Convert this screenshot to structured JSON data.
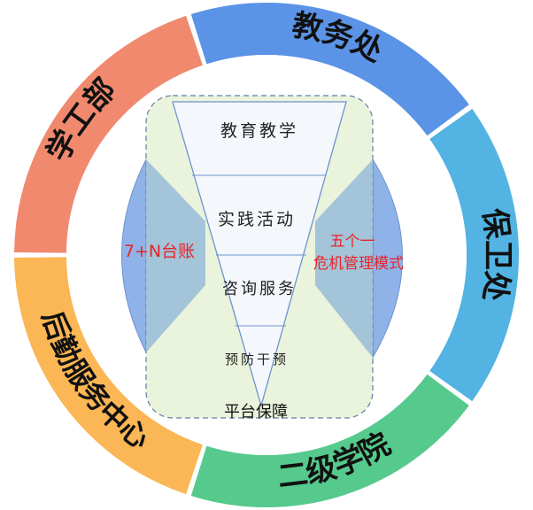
{
  "ring": {
    "segments": [
      {
        "id": "xgb",
        "label": "学工部",
        "color": "#F0896E",
        "start": 270,
        "end": 342
      },
      {
        "id": "jwc",
        "label": "教务处",
        "color": "#5B93E6",
        "start": 342,
        "end": 54
      },
      {
        "id": "bwc",
        "label": "保卫处",
        "color": "#53B3E3",
        "start": 54,
        "end": 126
      },
      {
        "id": "ejxy",
        "label": "二级学院",
        "color": "#56C98C",
        "start": 126,
        "end": 198
      },
      {
        "id": "hqfw",
        "label": "后勤服务中心",
        "color": "#FBB655",
        "start": 198,
        "end": 270
      }
    ]
  },
  "funnel": {
    "layers": [
      "教育教学",
      "实践活动",
      "咨询服务",
      "预防干预"
    ],
    "base_label": "平台保障"
  },
  "left_block": {
    "label": "7+N台账",
    "color": "#E8242A"
  },
  "right_block": {
    "line1": "五个一",
    "line2": "危机管理模式",
    "color": "#E8242A"
  }
}
